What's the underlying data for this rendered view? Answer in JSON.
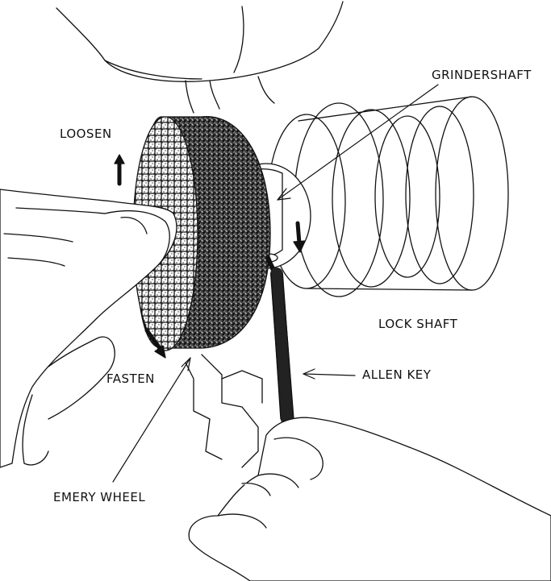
{
  "labels": {
    "loosen": "LOOSEN",
    "grindershaft": "GRINDERSHAFT",
    "lock_shaft": "LOCK SHAFT",
    "fasten": "FASTEN",
    "allen_key": "ALLEN KEY",
    "emery_wheel": "EMERY WHEEL"
  },
  "colors": {
    "ink": "#111111",
    "background": "#ffffff",
    "wheel_dots": "#333333"
  }
}
